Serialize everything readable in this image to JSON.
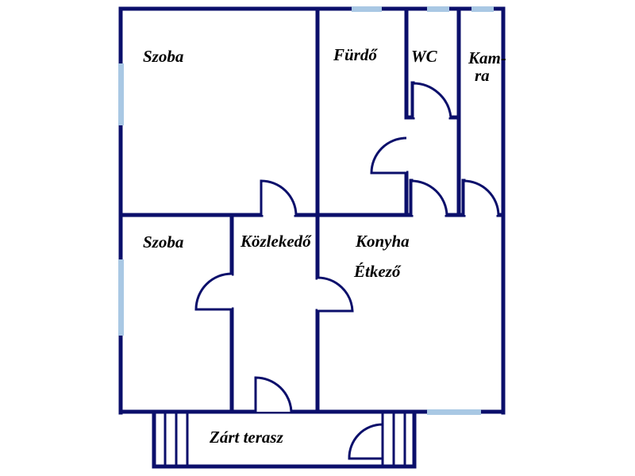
{
  "plan": {
    "rooms": {
      "szoba_top": "Szoba",
      "furdo": "Fürdő",
      "wc": "WC",
      "kamra_line1": "Kam-",
      "kamra_line2": "ra",
      "szoba_bottom": "Szoba",
      "kozlekedo": "Közlekedő",
      "konyha": "Konyha",
      "etkezo": "Étkező",
      "zart_terasz": "Zárt terasz"
    },
    "colors": {
      "wall": "#0b0f6b",
      "window": "#a9c8e4",
      "label": "#000000",
      "background": "#ffffff"
    }
  }
}
